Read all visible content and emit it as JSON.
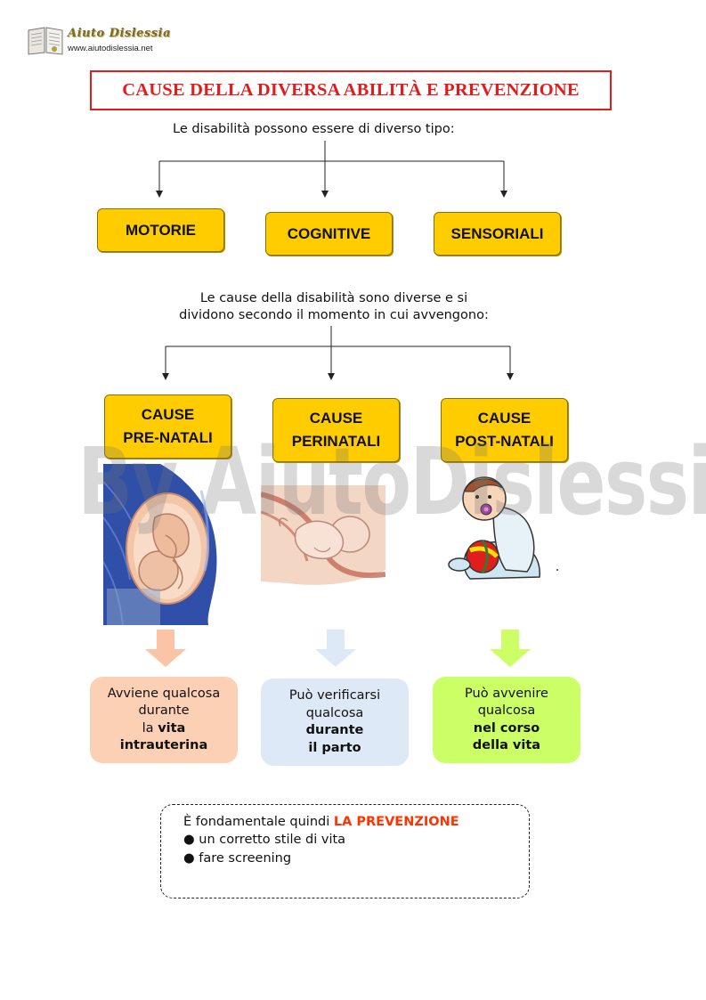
{
  "logo": {
    "name": "Aiuto Dislessia",
    "url": "www.aiutodislessia.net"
  },
  "title": "CAUSE DELLA DIVERSA ABILITÀ E PREVENZIONE",
  "types_intro": "Le disabilità possono essere di diverso tipo:",
  "types": [
    "MOTORIE",
    "COGNITIVE",
    "SENSORIALI"
  ],
  "causes_intro": {
    "line1": "Le cause della disabilità sono diverse e si",
    "line2": "dividono secondo il momento in cui avvengono:"
  },
  "causes": [
    {
      "line1": "CAUSE",
      "line2": "PRE-NATALI"
    },
    {
      "line1": "CAUSE",
      "line2": "PERINATALI"
    },
    {
      "line1": "CAUSE",
      "line2": "POST-NATALI"
    }
  ],
  "descriptions": [
    {
      "l1": "Avviene qualcosa",
      "l2": "durante",
      "l3a": "la ",
      "l3b": "vita",
      "l4": "intrauterina"
    },
    {
      "l1": "Può verificarsi",
      "l2": "qualcosa",
      "l3": "durante",
      "l4": "il parto"
    },
    {
      "l1": "Può avvenire",
      "l2": "qualcosa",
      "l3": "nel corso",
      "l4": "della vita"
    }
  ],
  "prevention": {
    "lead": "È fondamentale quindi ",
    "highlight": "LA PREVENZIONE",
    "bullets": [
      "un corretto stile di vita",
      "fare screening"
    ]
  },
  "watermark": "By AiutoDislessia.net",
  "colors": {
    "title_red": "#e31b1b",
    "box_yellow": "#ffcc00",
    "peach": "#fbd0b5",
    "light_blue": "#dde9f6",
    "lime": "#ccff66",
    "highlight_red": "#ff3300"
  }
}
